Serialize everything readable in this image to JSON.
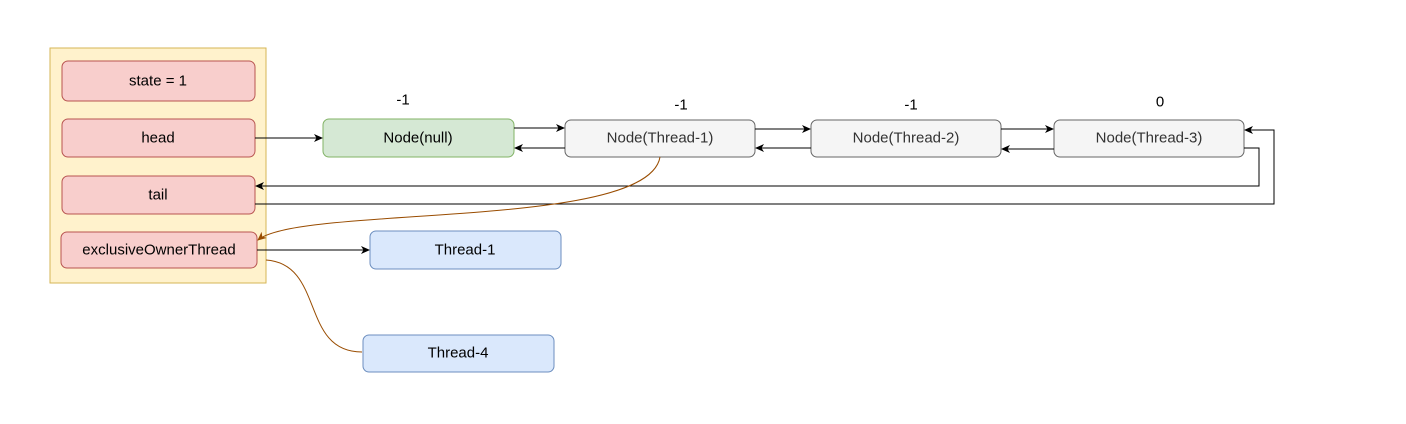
{
  "colors": {
    "container_fill": "#fff2cc",
    "container_stroke": "#d6b656",
    "field_fill": "#f8cecc",
    "field_stroke": "#b85450",
    "head_node_fill": "#d5e8d4",
    "head_node_stroke": "#82b366",
    "queue_node_fill": "#f5f5f5",
    "queue_node_stroke": "#666666",
    "thread_fill": "#dae8fc",
    "thread_stroke": "#6c8ebf",
    "edge": "#000000",
    "owner_edge": "#994c00"
  },
  "fields": {
    "state": "state = 1",
    "head": "head",
    "tail": "tail",
    "owner": "exclusiveOwnerThread"
  },
  "queue": [
    {
      "label": "Node(null)",
      "wait_status": "-1"
    },
    {
      "label": "Node(Thread-1)",
      "wait_status": "-1"
    },
    {
      "label": "Node(Thread-2)",
      "wait_status": "-1"
    },
    {
      "label": "Node(Thread-3)",
      "wait_status": "0"
    }
  ],
  "threads": {
    "t1": "Thread-1",
    "t4": "Thread-4"
  }
}
